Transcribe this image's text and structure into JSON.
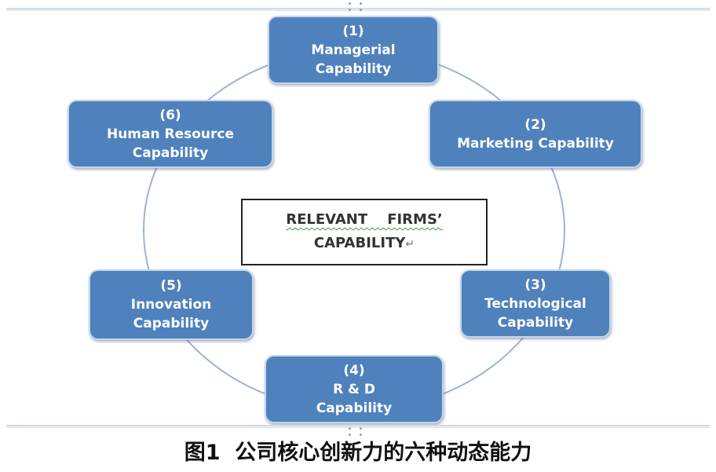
{
  "center": {
    "line1": "RELEVANT    FIRMS’",
    "line2": "CAPABILITY",
    "return_mark": "↵"
  },
  "nodes": [
    {
      "number": "(1)",
      "label_lines": [
        "Managerial",
        "Capability"
      ]
    },
    {
      "number": "(2)",
      "label_lines": [
        "Marketing Capability"
      ]
    },
    {
      "number": "(3)",
      "label_lines": [
        "Technological",
        "Capability"
      ]
    },
    {
      "number": "(4)",
      "label_lines": [
        "R & D",
        "Capability"
      ]
    },
    {
      "number": "(5)",
      "label_lines": [
        "Innovation",
        "Capability"
      ]
    },
    {
      "number": "(6)",
      "label_lines": [
        "Human Resource",
        "Capability"
      ]
    }
  ],
  "caption": "图1  公司核心创新力的六种动态能力",
  "colors": {
    "node_fill": "#4f81bd",
    "ring": "#9bb3d4",
    "node_text": "#ffffff"
  }
}
